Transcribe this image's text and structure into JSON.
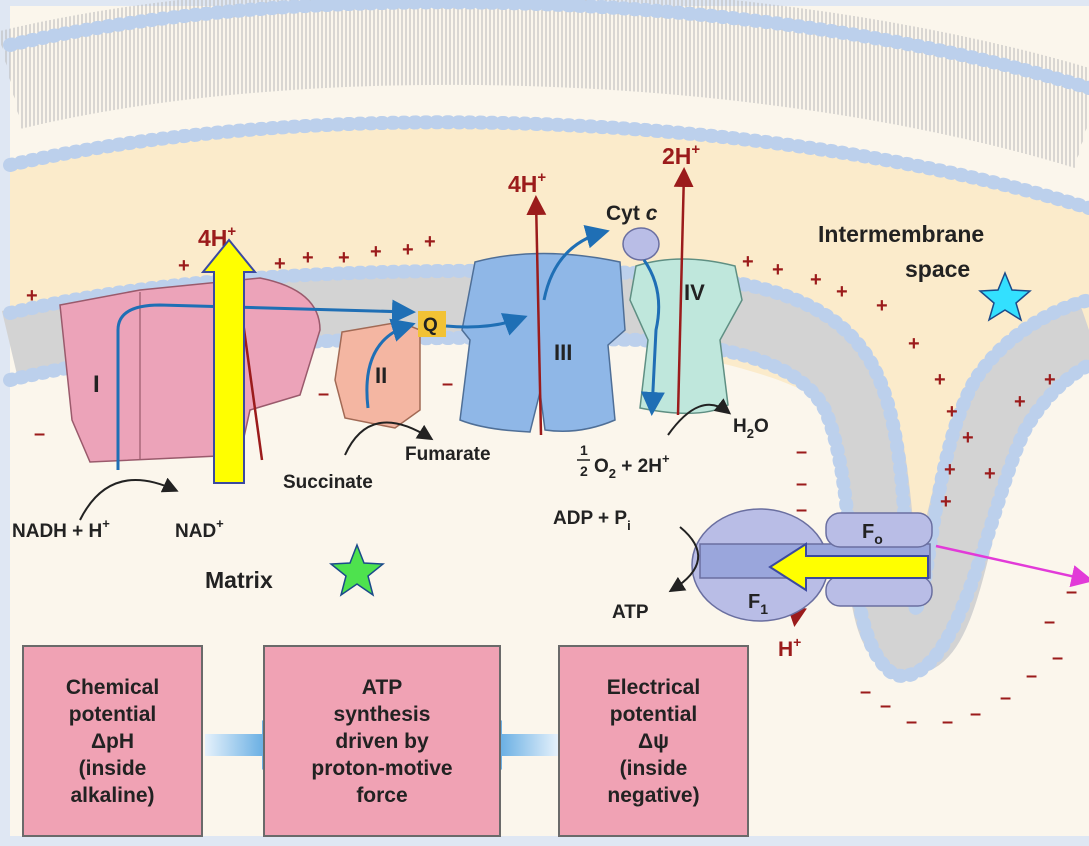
{
  "complexes": {
    "c1": "I",
    "c2": "II",
    "c3": "III",
    "c4": "IV",
    "q": "Q",
    "cytc_prefix": "Cyt ",
    "cytc_italic": "c"
  },
  "protons": {
    "p1": "4H",
    "p3": "4H",
    "p4": "2H",
    "sup_plus": "+",
    "atp_out": "H"
  },
  "regions": {
    "intermembrane_line1": "Intermembrane",
    "intermembrane_line2": "space",
    "matrix": "Matrix"
  },
  "reactions": {
    "nadh": "NADH + H",
    "nad": "NAD",
    "succinate": "Succinate",
    "fumarate": "Fumarate",
    "o2_pre": "O",
    "o2_sub": "2",
    "o2_post": " + 2H",
    "half_num": "1",
    "half_den": "2",
    "water_h": "H",
    "water_sub": "2",
    "water_o": "O",
    "adp": "ADP + P",
    "adp_sub": "i",
    "atp": "ATP"
  },
  "synthase": {
    "fo": "F",
    "fo_sub": "o",
    "f1": "F",
    "f1_sub": "1"
  },
  "charges": {
    "plus": "+",
    "minus": "–"
  },
  "boxes": {
    "chemical": [
      "Chemical",
      "potential",
      "ΔpH",
      "(inside",
      "alkaline)"
    ],
    "atp": [
      "ATP",
      "synthesis",
      "driven by",
      "proton-motive",
      "force"
    ],
    "electrical": [
      "Electrical",
      "potential",
      "Δψ",
      "(inside",
      "negative)"
    ]
  },
  "colors": {
    "background": "#dfe7f3",
    "ims": "#fbebcb",
    "lipid_head": "#bcd0ec",
    "complex_I": "#eca3b9",
    "complex_II": "#f4b6a2",
    "complex_III": "#8fb7e7",
    "complex_IV": "#bfe7dc",
    "synthase": "#b9bde6",
    "box": "#f0a2b4",
    "highlight_arrow": "#ffff00",
    "star_cyan": "#33e0ff",
    "star_green": "#4ee24e",
    "pointer": "#e23ad8",
    "electron_path": "#1f6fb5",
    "proton_arrow": "#9b1b1b"
  },
  "icons": [
    "star-icon-intermembrane",
    "star-icon-matrix",
    "arrow-right-icon",
    "arrow-left-icon"
  ]
}
